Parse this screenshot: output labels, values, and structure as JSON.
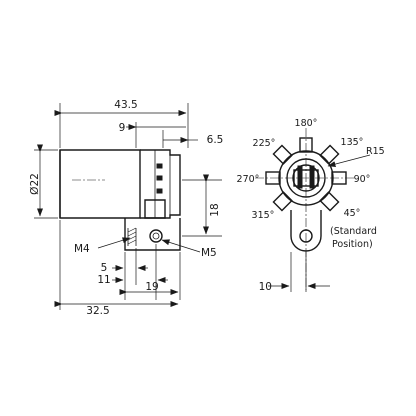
{
  "drawing": {
    "side_view": {
      "dimensions": {
        "overall_length": "43.5",
        "offset_9": "9",
        "offset_6_5": "6.5",
        "diameter": "Ø22",
        "height_18": "18",
        "dim_5": "5",
        "dim_11": "11",
        "dim_19": "19",
        "dim_32_5": "32.5"
      },
      "labels": {
        "thread_m4": "M4",
        "thread_m5": "M5"
      }
    },
    "front_view": {
      "angles": {
        "a180": "180°",
        "a225": "225°",
        "a135": "135°",
        "a270": "270°",
        "a90": "90°",
        "a315": "315°",
        "a45": "45°"
      },
      "radius": "R15",
      "note_line1": "(Standard",
      "note_line2": "Position)",
      "dim_10": "10"
    }
  }
}
